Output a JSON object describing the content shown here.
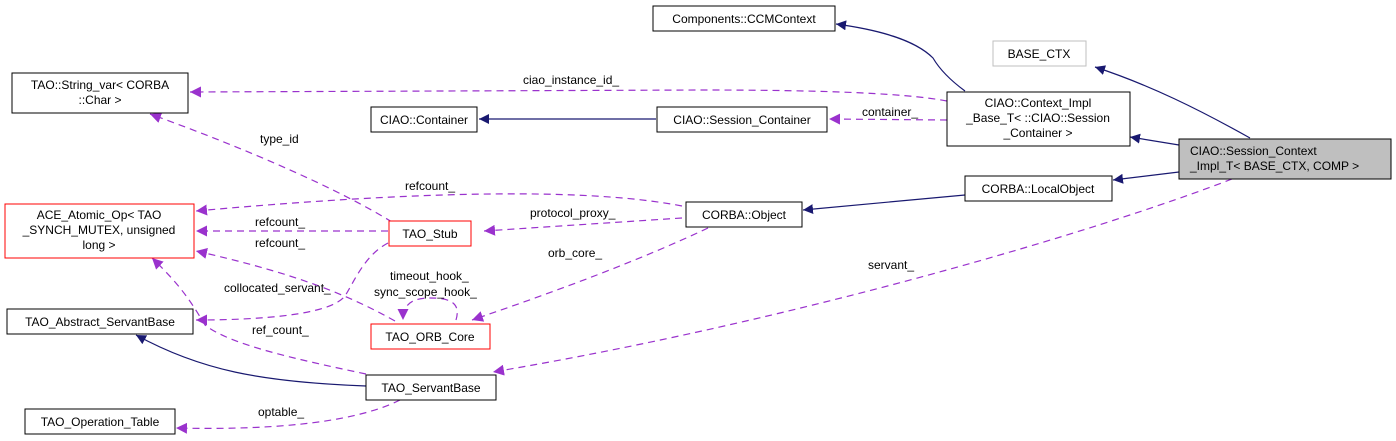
{
  "diagram": {
    "title": "Collaboration diagram for CIAO::Session_Context_Impl_T< BASE_CTX, COMP >",
    "colors": {
      "inherit_edge": "#191970",
      "usage_edge": "#9a32cd",
      "focus_fill": "#bfbfbf",
      "truncated_border": "#ff0000",
      "undocumented_border": "#bfbfbf"
    },
    "nodes": {
      "session_context": {
        "lines": [
          "CIAO::Session_Context",
          "_Impl_T< BASE_CTX, COMP >"
        ]
      },
      "ccm_context": {
        "lines": [
          "Components::CCMContext"
        ]
      },
      "base_ctx": {
        "lines": [
          "BASE_CTX"
        ]
      },
      "context_impl_base": {
        "lines": [
          "CIAO::Context_Impl",
          "_Base_T< ::CIAO::Session",
          "_Container >"
        ]
      },
      "string_var": {
        "lines": [
          "TAO::String_var< CORBA",
          "::Char >"
        ]
      },
      "ciao_container": {
        "lines": [
          "CIAO::Container"
        ]
      },
      "session_container": {
        "lines": [
          "CIAO::Session_Container"
        ]
      },
      "local_object": {
        "lines": [
          "CORBA::LocalObject"
        ]
      },
      "corba_object": {
        "lines": [
          "CORBA::Object"
        ]
      },
      "atomic_op": {
        "lines": [
          "ACE_Atomic_Op< TAO",
          "_SYNCH_MUTEX, unsigned",
          "long >"
        ]
      },
      "tao_stub": {
        "lines": [
          "TAO_Stub"
        ]
      },
      "abstract_servant_base": {
        "lines": [
          "TAO_Abstract_ServantBase"
        ]
      },
      "orb_core": {
        "lines": [
          "TAO_ORB_Core"
        ]
      },
      "servant_base": {
        "lines": [
          "TAO_ServantBase"
        ]
      },
      "operation_table": {
        "lines": [
          "TAO_Operation_Table"
        ]
      }
    },
    "edge_labels": {
      "ciao_instance_id": "ciao_instance_id_",
      "container": "container_",
      "type_id": "type_id",
      "refcount_object": "refcount_",
      "refcount_stub": "refcount_",
      "refcount_orb": "refcount_",
      "protocol_proxy": "protocol_proxy_",
      "orb_core": "orb_core_",
      "servant": "servant_",
      "timeout_hook": "timeout_hook_",
      "sync_scope_hook": "sync_scope_hook_",
      "collocated_servant": "collocated_servant_",
      "ref_count": "ref_count_",
      "optable": "optable_"
    }
  }
}
